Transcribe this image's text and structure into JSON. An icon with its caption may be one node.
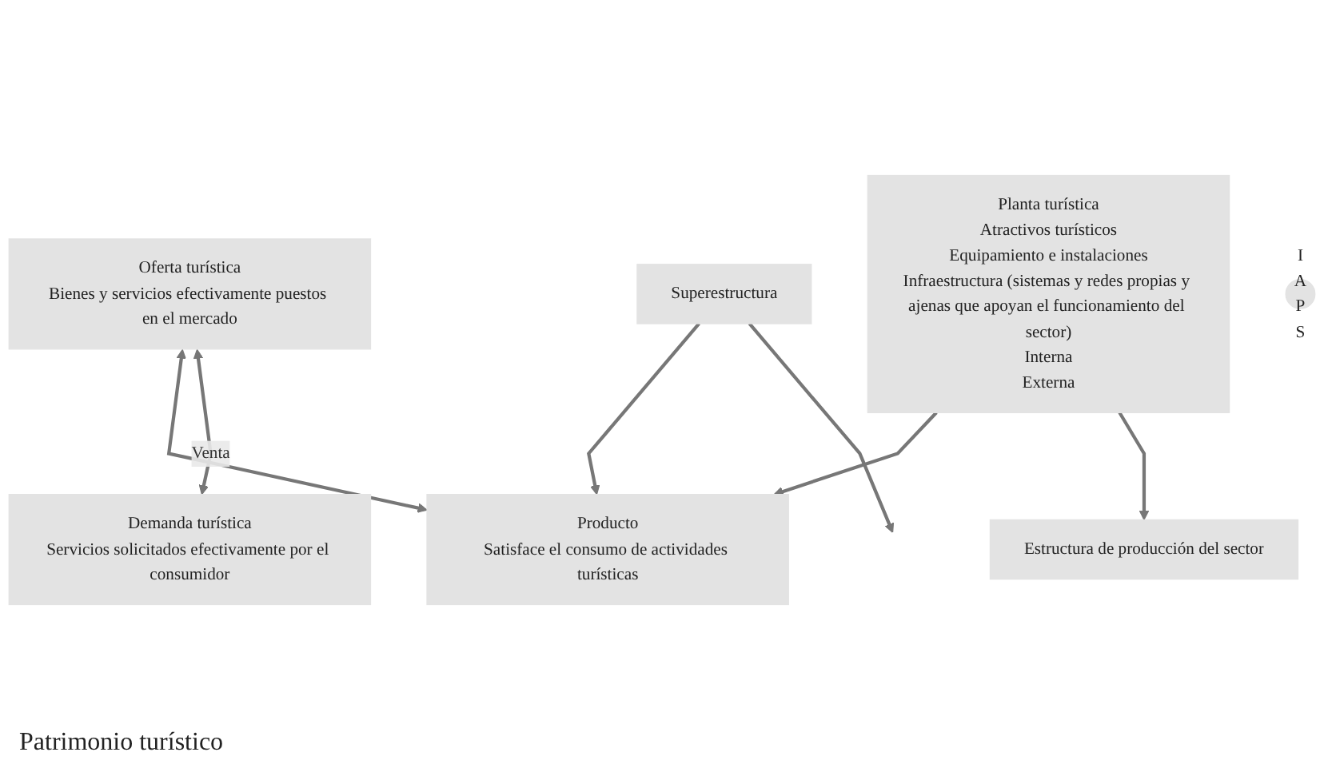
{
  "diagram": {
    "nodes": [
      {
        "text": [
          "Oferta turística",
          "Bienes y servicios efectivamente puestos en el mercado"
        ]
      },
      {
        "text": [
          "Producto",
          "Satisface el consumo de actividades turísticas"
        ]
      },
      {
        "text": [
          "Superestructura"
        ]
      },
      {
        "text": [
          "Demanda turística",
          "Servicios solicitados efectivamente por el consumidor"
        ]
      },
      {
        "text": [
          "Planta turística",
          "Atractivos turísticos",
          "Equipamiento e instalaciones",
          "Infraestructura (sistemas y redes propias y ajenas que apoyan el funcionamiento del sector)",
          "Interna",
          "Externa"
        ]
      },
      {
        "text": [
          "Estructura de producción del sector"
        ]
      },
      {
        "text": [
          "I",
          "A",
          "P",
          "S"
        ]
      }
    ],
    "edges": [
      {
        "from": 0,
        "to": 1,
        "arrow": "both"
      },
      {
        "from": 2,
        "to": 1,
        "arrow": "to"
      },
      {
        "from": 0,
        "to": 3,
        "arrow": "both",
        "label": "Venta"
      },
      {
        "from": 2,
        "to": null,
        "arrow": "to"
      },
      {
        "from": 4,
        "to": 1,
        "arrow": "to"
      },
      {
        "from": 4,
        "to": 5,
        "arrow": "to"
      }
    ],
    "labels": [
      "Patrimonio turístico"
    ]
  }
}
